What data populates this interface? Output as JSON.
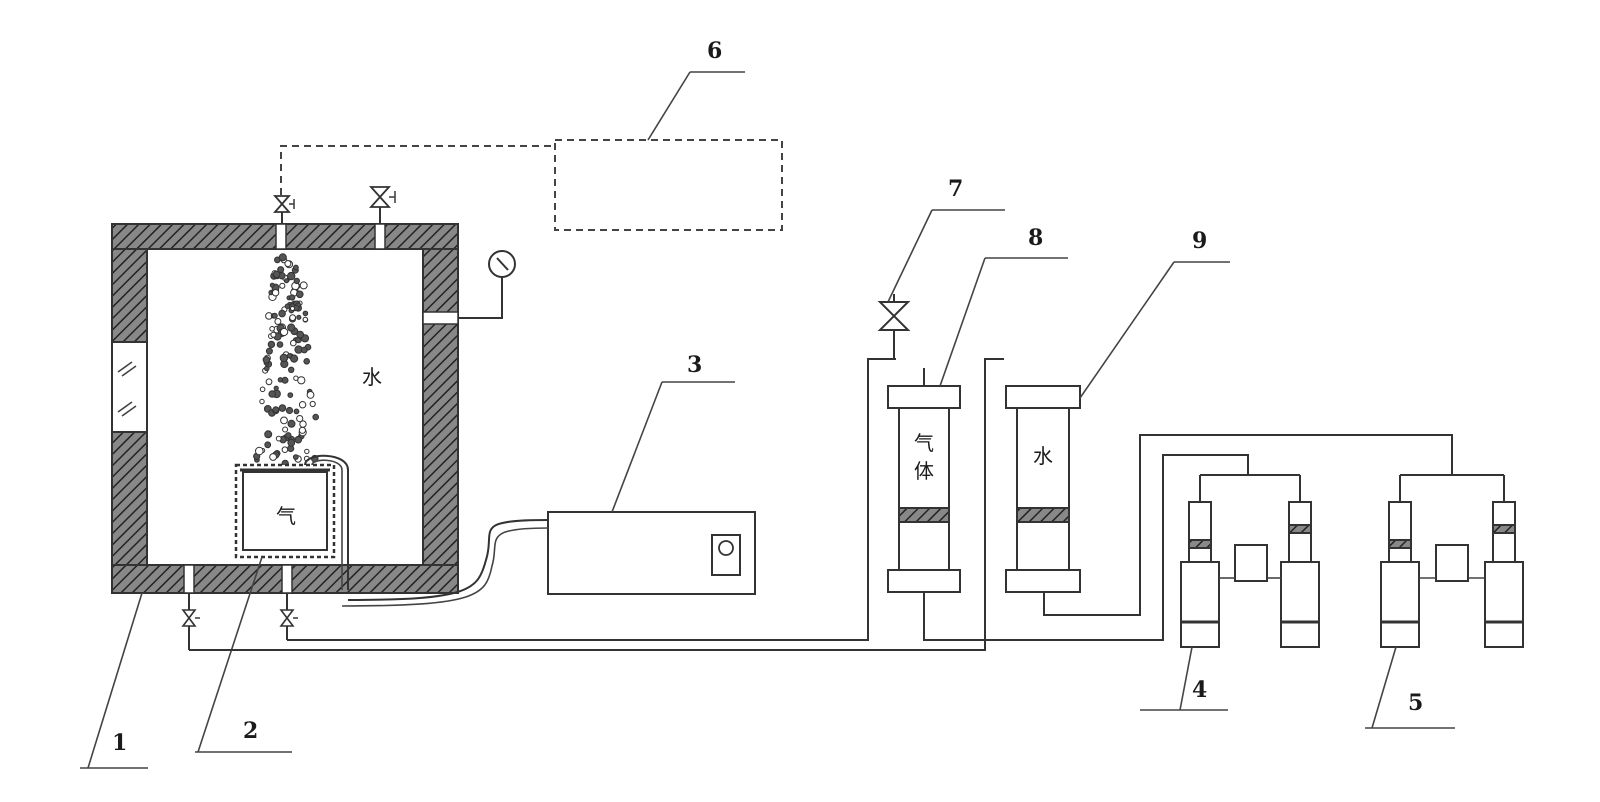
{
  "labels": {
    "n1": "1",
    "n2": "2",
    "n3": "3",
    "n4": "4",
    "n5": "5",
    "n6": "6",
    "n7": "7",
    "n8": "8",
    "n9": "9"
  },
  "text": {
    "tank_water": "水",
    "inner_gas": "气",
    "gas_col_1": "气",
    "gas_col_2": "体",
    "water_col": "水"
  }
}
